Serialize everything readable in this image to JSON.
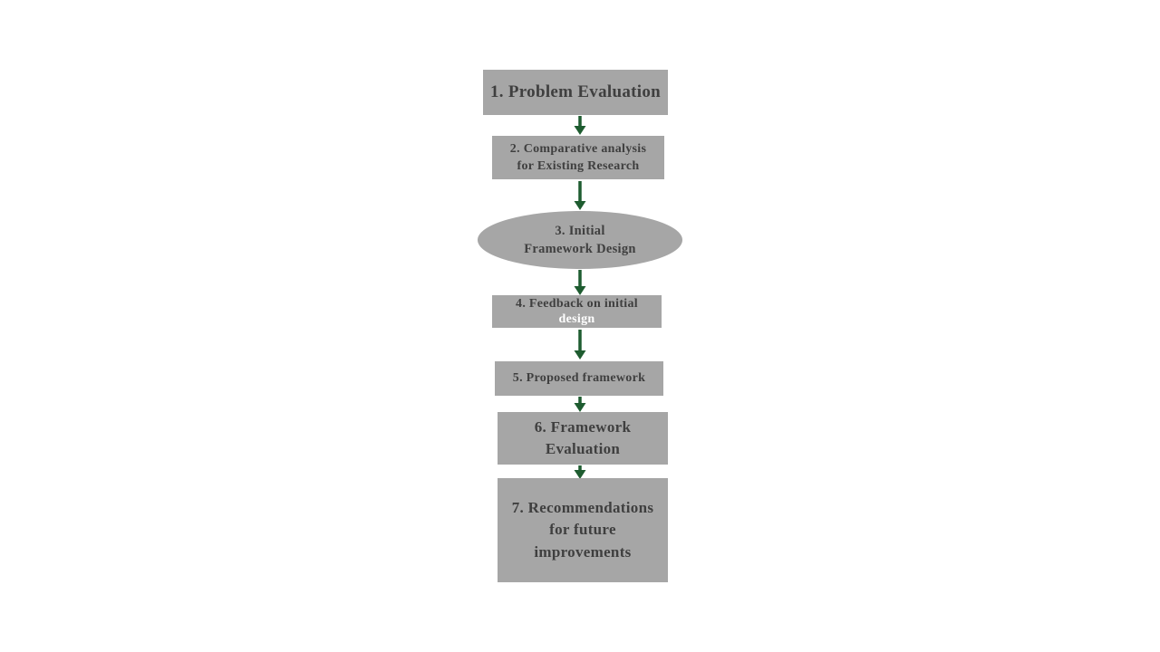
{
  "colors": {
    "background": "#ffffff",
    "box_fill": "#a6a6a6",
    "box_text": "#3f3f3f",
    "highlight_text": "#ffffff",
    "arrow": "#1e5c30"
  },
  "flowchart": {
    "nodes": [
      {
        "step": "1",
        "shape": "rectangle",
        "lines": [
          "1. Problem Evaluation"
        ]
      },
      {
        "step": "2",
        "shape": "rectangle",
        "lines": [
          "2. Comparative analysis",
          "for Existing Research"
        ]
      },
      {
        "step": "3",
        "shape": "ellipse",
        "lines": [
          "3. Initial",
          "Framework Design"
        ]
      },
      {
        "step": "4",
        "shape": "rectangle",
        "lines": [
          "4. Feedback on initial",
          "design"
        ],
        "second_line_color": "#ffffff"
      },
      {
        "step": "5",
        "shape": "rectangle",
        "lines": [
          "5. Proposed framework"
        ]
      },
      {
        "step": "6",
        "shape": "rectangle",
        "lines": [
          "6. Framework",
          "Evaluation"
        ]
      },
      {
        "step": "7",
        "shape": "rectangle",
        "lines": [
          "7. Recommendations",
          "for future",
          "improvements"
        ]
      }
    ],
    "connector_direction": "down"
  }
}
